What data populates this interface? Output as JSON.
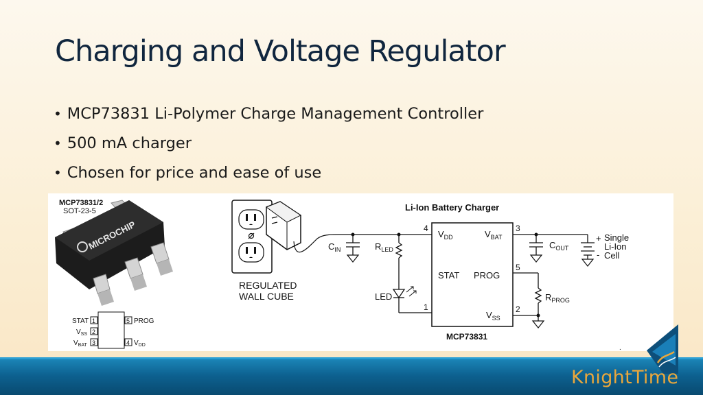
{
  "slide": {
    "title": "Charging and Voltage Regulator",
    "bullets": [
      "MCP73831 Li-Polymer Charge Management Controller",
      "500 mA charger",
      "Chosen for price and ease of use"
    ],
    "brand": "KnightTime"
  },
  "diagram": {
    "chip_label_line1": "MCP73831/2",
    "chip_label_line2": "SOT-23-5",
    "chip_brand": "MICROCHIP",
    "pinout": {
      "pin1": "STAT",
      "pin2_main": "V",
      "pin2_sub": "SS",
      "pin3_main": "V",
      "pin3_sub": "BAT",
      "pin4_main": "V",
      "pin4_sub": "DD",
      "pin5": "PROG",
      "n1": "1",
      "n2": "2",
      "n3": "3",
      "n4": "4",
      "n5": "5"
    },
    "schematic_title": "Li-Ion Battery Charger",
    "wall_cube_line1": "REGULATED",
    "wall_cube_line2": "WALL CUBE",
    "cin_main": "C",
    "cin_sub": "IN",
    "rled_main": "R",
    "rled_sub": "LED",
    "led_label": "LED",
    "ic_name": "MCP73831",
    "vdd_main": "V",
    "vdd_sub": "DD",
    "vbat_main": "V",
    "vbat_sub": "BAT",
    "stat_label": "STAT",
    "prog_label": "PROG",
    "vss_main": "V",
    "vss_sub": "SS",
    "pin_4": "4",
    "pin_3": "3",
    "pin_5": "5",
    "pin_1": "1",
    "pin_2": "2",
    "cout_main": "C",
    "cout_sub": "OUT",
    "rprog_main": "R",
    "rprog_sub": "PROG",
    "cell_plus": "+",
    "cell_minus": "-",
    "cell_line1": "Single",
    "cell_line2": "Li-Ion",
    "cell_line3": "Cell",
    "small_mark": "."
  },
  "colors": {
    "title": "#10263e",
    "footer": "#0d6190",
    "brand": "#e9a73c"
  }
}
